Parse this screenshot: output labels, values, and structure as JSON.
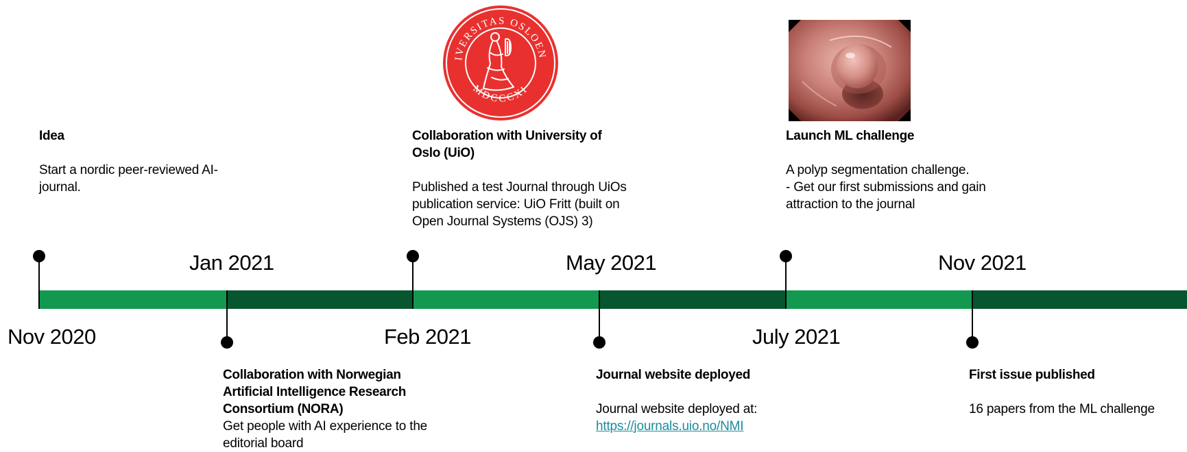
{
  "colors": {
    "light_green": "#12994f",
    "dark_green": "#075630",
    "link": "#1a8c9c",
    "seal_red": "#e8312f"
  },
  "dates": {
    "nov2020": "Nov 2020",
    "jan2021": "Jan 2021",
    "feb2021": "Feb 2021",
    "may2021": "May 2021",
    "jul2021": "July 2021",
    "nov2021": "Nov 2021"
  },
  "events": {
    "idea": {
      "title": "Idea",
      "desc": "Start a nordic peer-reviewed AI-journal."
    },
    "uio": {
      "title": "Collaboration with University of Oslo (UiO)",
      "desc": "Published a test Journal through UiOs publication service: UiO Fritt (built on Open Journal Systems (OJS) 3)"
    },
    "ml": {
      "title": "Launch ML challenge",
      "desc_line1": "A polyp segmentation challenge.",
      "desc_line2": "- Get our first submissions and gain attraction to the journal"
    },
    "nora": {
      "title": "Collaboration with Norwegian Artificial Intelligence Research Consortium (NORA)",
      "desc": "Get people with AI experience to the editorial board"
    },
    "website": {
      "title": "Journal website deployed",
      "desc": "Journal website deployed at:",
      "link": "https://journals.uio.no/NMI"
    },
    "issue": {
      "title": "First issue published",
      "desc": "16 papers from the ML challenge"
    }
  },
  "seal": {
    "top_text": "UNIVERSITAS OSLOENSIS",
    "bottom_text": "MDCCCXI"
  },
  "icons": {
    "seal": "university-of-oslo-seal",
    "photo": "polyp-endoscopy-photo"
  }
}
